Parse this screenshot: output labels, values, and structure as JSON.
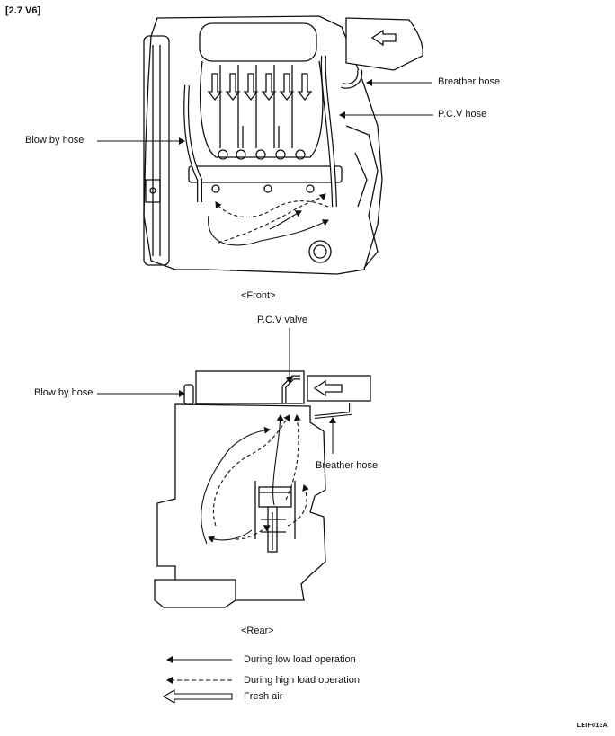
{
  "header": "[2.7 V6]",
  "front": {
    "caption": "<Front>",
    "labels": {
      "breather_hose": "Breather hose",
      "pcv_hose": "P.C.V hose",
      "blow_by_hose": "Blow by hose"
    }
  },
  "rear": {
    "caption": "<Rear>",
    "labels": {
      "pcv_valve": "P.C.V valve",
      "blow_by_hose": "Blow by hose",
      "breather_hose": "Breather hose"
    }
  },
  "legend": [
    {
      "style": "solid",
      "label": "During low load operation"
    },
    {
      "style": "dashed",
      "label": "During high load operation"
    },
    {
      "style": "hollow",
      "label": "Fresh air"
    }
  ],
  "figure_code": "LEIF013A"
}
